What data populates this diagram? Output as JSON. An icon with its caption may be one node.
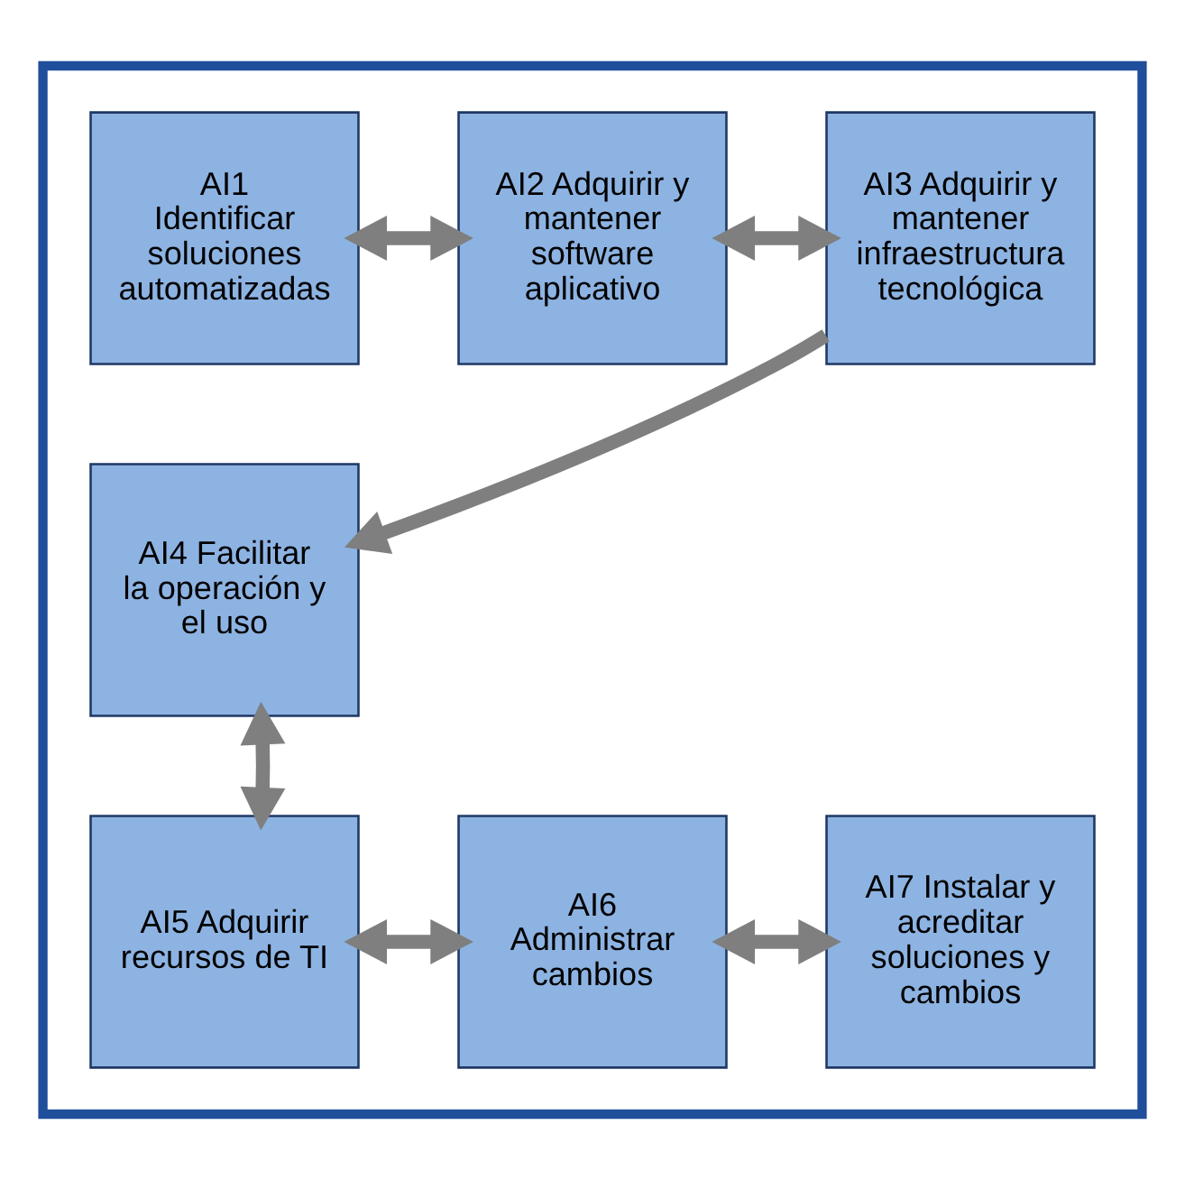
{
  "diagram": {
    "nodes": [
      {
        "text": [],
        "shape": "box"
      },
      {
        "text": [
          "AI1 Identificar soluciones automatizadas"
        ],
        "in": 0
      },
      {
        "text": [
          "AI2 Adquirir y mantener software aplicativo"
        ],
        "in": 0
      },
      {
        "text": [
          "AI3 Adquirir y mantener infraestructura tecnológica"
        ],
        "in": 0
      },
      {
        "text": [
          "AI4 Facilitar la operación y el uso"
        ],
        "in": 0
      },
      {
        "text": [
          "AI5 Adquirir recursos de TI"
        ],
        "in": 0
      },
      {
        "text": [
          "AI6 Administrar cambios"
        ],
        "in": 0
      },
      {
        "text": [
          "AI7 Instalar y acreditar soluciones y cambios"
        ],
        "in": 0
      }
    ],
    "edges": [
      {
        "from": 1,
        "to": 2,
        "arrow": "both"
      },
      {
        "from": 2,
        "to": 3,
        "arrow": "both"
      },
      {
        "from": 3,
        "to": 4,
        "arrow": "to"
      },
      {
        "from": 4,
        "to": 5,
        "arrow": "both"
      },
      {
        "from": 5,
        "to": 6,
        "arrow": "both"
      },
      {
        "from": 6,
        "to": 7,
        "arrow": "both"
      }
    ]
  }
}
